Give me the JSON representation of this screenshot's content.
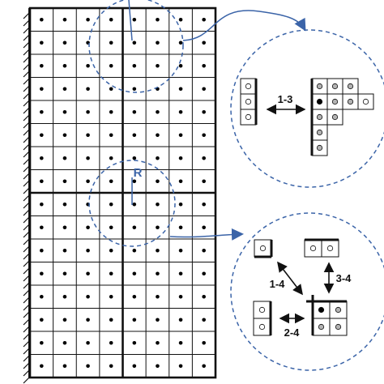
{
  "diagram": {
    "grid": {
      "rows": 16,
      "cols": 8,
      "block_rows": 2,
      "block_cols": 2
    },
    "labels": {
      "r_point": "R",
      "pair_1_3": "1-3",
      "pair_1_4": "1-4",
      "pair_3_4": "3-4",
      "pair_2_4": "2-4"
    },
    "colors": {
      "line": "#111111",
      "accent": "#3b64a8",
      "gray_node": "#b3b3b3",
      "black_node": "#000000",
      "white_node": "#ffffff"
    }
  }
}
